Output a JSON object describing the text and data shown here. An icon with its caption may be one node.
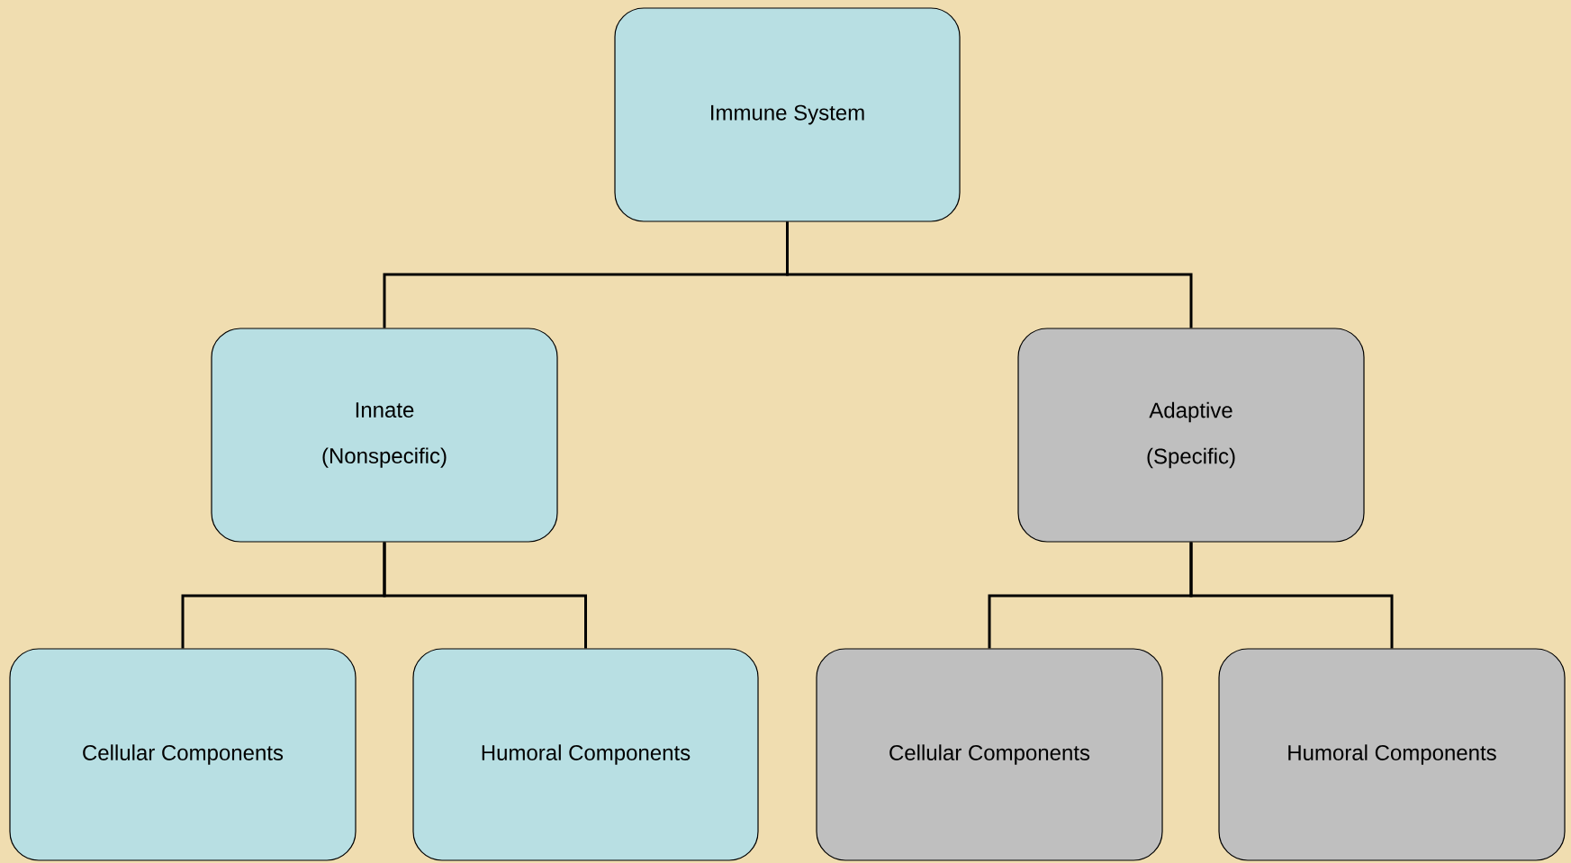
{
  "diagram": {
    "nodes": [
      {
        "text": [
          "Immune System"
        ]
      },
      {
        "text": [
          "Innate",
          "(Nonspecific)"
        ]
      },
      {
        "text": [
          "Adaptive",
          "(Specific)"
        ]
      },
      {
        "text": [
          "Cellular Components"
        ]
      },
      {
        "text": [
          "Humoral Components"
        ]
      },
      {
        "text": [
          "Cellular Components"
        ]
      },
      {
        "text": [
          "Humoral Components"
        ]
      }
    ],
    "edges": [
      {
        "from": 0,
        "to": 1,
        "arrow": "none"
      },
      {
        "from": 0,
        "to": 2,
        "arrow": "none"
      },
      {
        "from": 1,
        "to": 3,
        "arrow": "none"
      },
      {
        "from": 1,
        "to": 4,
        "arrow": "none"
      },
      {
        "from": 2,
        "to": 5,
        "arrow": "none"
      },
      {
        "from": 2,
        "to": 6,
        "arrow": "none"
      }
    ]
  }
}
